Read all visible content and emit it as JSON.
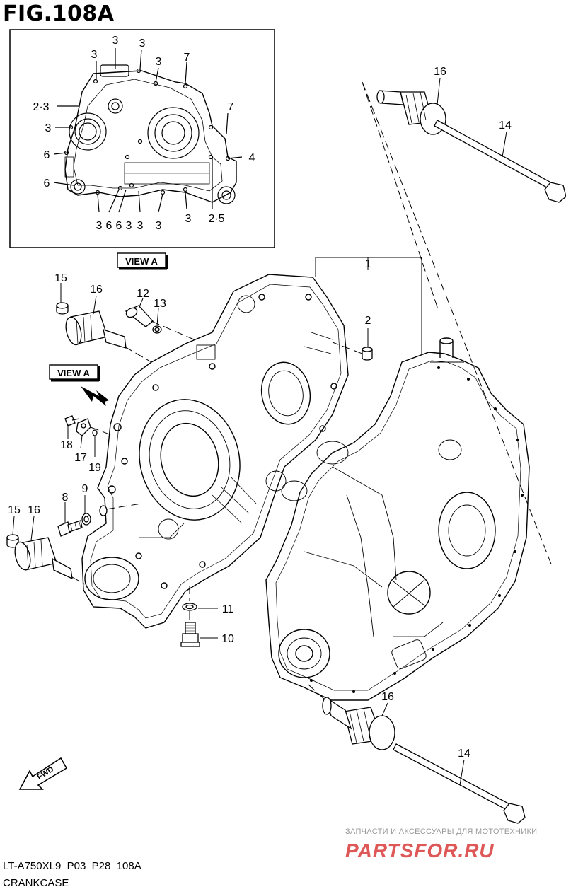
{
  "figure": {
    "title": "FIG.108A",
    "code": "LT-A750XL9_P03_P28_108A",
    "name": "CRANKCASE"
  },
  "view_label": "VIEW A",
  "fwd_label": "FWD",
  "watermark": {
    "line1": "ЗАПЧАСТИ И АКСЕССУАРЫ ДЛЯ МОТОТЕХНИКИ",
    "logo": "PARTSFOR.RU",
    "color": "#d93b3b"
  },
  "inset_callouts": [
    "3",
    "3",
    "3",
    "3",
    "7",
    "2·3",
    "7",
    "3",
    "6",
    "4",
    "6",
    "3",
    "6",
    "6",
    "3",
    "3",
    "3",
    "3",
    "2·5"
  ],
  "main_callouts": [
    "1",
    "2",
    "16",
    "14",
    "15",
    "16",
    "12",
    "13",
    "18",
    "17",
    "19",
    "8",
    "9",
    "15",
    "16",
    "11",
    "10",
    "16",
    "14"
  ]
}
